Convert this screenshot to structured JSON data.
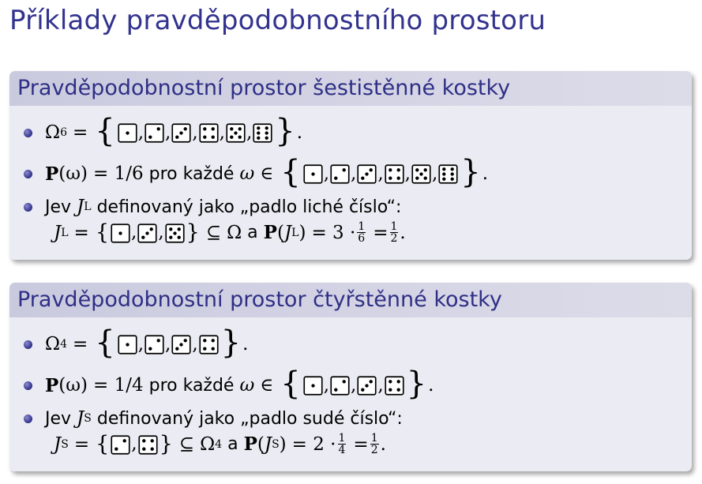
{
  "title": "Příklady pravděpodobnostního prostoru",
  "block1": {
    "heading": "Pravděpodobnostní prostor šestistěnné kostky",
    "omega": "Ω",
    "omega_sub": "6",
    "eq": "=",
    "dice": [
      1,
      2,
      3,
      4,
      5,
      6
    ],
    "prob_symbol": "P",
    "prob_arg": "(ω)",
    "prob_value": "= 1/6",
    "pro_kazde": "pro každé",
    "omega_elem": "ω",
    "in": "∈",
    "event_intro": "Jev",
    "event_symbol": "J",
    "event_sub": "L",
    "event_desc": "definovaný jako „padlo liché číslo“:",
    "event_dice": [
      1,
      3,
      5
    ],
    "subseteq": "⊆",
    "space": "Ω",
    "conj": "a",
    "prob_expr": "= 3 ·",
    "frac1_num": "1",
    "frac1_den": "6",
    "frac2_num": "1",
    "frac2_den": "2"
  },
  "block2": {
    "heading": "Pravděpodobnostní prostor čtyřstěnné kostky",
    "omega": "Ω",
    "omega_sub": "4",
    "eq": "=",
    "dice": [
      1,
      2,
      3,
      4
    ],
    "prob_symbol": "P",
    "prob_arg": "(ω)",
    "prob_value": "= 1/4",
    "pro_kazde": "pro každé",
    "omega_elem": "ω",
    "in": "∈",
    "event_intro": "Jev",
    "event_symbol": "J",
    "event_sub": "S",
    "event_desc": "definovaný jako „padlo sudé číslo“:",
    "event_dice": [
      2,
      4
    ],
    "subseteq": "⊆",
    "space": "Ω",
    "space_sub": "4",
    "conj": "a",
    "prob_expr": "= 2 ·",
    "frac1_num": "1",
    "frac1_den": "4",
    "frac2_num": "1",
    "frac2_den": "2"
  }
}
